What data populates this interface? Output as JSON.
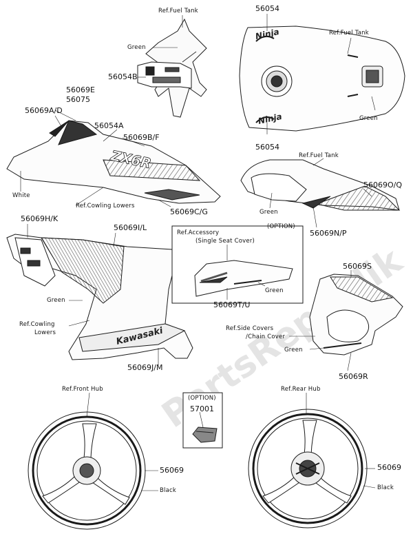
{
  "labels": {
    "p56054_top": "56054",
    "ref_fuel_tank_1": "Ref.Fuel Tank",
    "ref_fuel_tank_2": "Ref.Fuel Tank",
    "green_1": "Green",
    "p56054B": "56054B",
    "green_2": "Green",
    "p56054_bottom": "56054",
    "p56069E": "56069E",
    "p56075": "56075",
    "p56069AD": "56069A/D",
    "p56054A": "56054A",
    "p56069BF": "56069B/F",
    "white": "White",
    "ref_cowling_lowers_1": "Ref.Cowling Lowers",
    "p56069CG": "56069C/G",
    "ref_fuel_tank_3": "Ref.Fuel Tank",
    "p56069OQ": "56069O/Q",
    "green_3": "Green",
    "p56069NP": "56069N/P",
    "p56069HK": "56069H/K",
    "p56069IL": "56069I/L",
    "option_1": "(OPTION)",
    "ref_accessory": "Ref.Accessory",
    "single_seat_cover": "(Single Seat Cover)",
    "green_4": "Green",
    "p56069TU": "56069T/U",
    "green_5": "Green",
    "ref_cowling_lowers_2a": "Ref.Cowling",
    "ref_cowling_lowers_2b": "Lowers",
    "p56069S": "56069S",
    "ref_side_covers": "Ref.Side Covers",
    "chain_cover": "/Chain Cover",
    "green_6": "Green",
    "p56069JM": "56069J/M",
    "p56069R": "56069R",
    "ref_front_hub": "Ref.Front Hub",
    "ref_rear_hub": "Ref.Rear Hub",
    "option_2": "(OPTION)",
    "p57001": "57001",
    "p56069_front": "56069",
    "black_1": "Black",
    "p56069_rear": "56069",
    "black_2": "Black"
  },
  "decal_text": {
    "ninja": "Ninja",
    "zx6r": "ZX6R",
    "kawasaki": "Kawasaki"
  },
  "watermark": "PartsRepublik",
  "colors": {
    "line": "#1a1a1a",
    "watermark": "#d9d9d9"
  }
}
